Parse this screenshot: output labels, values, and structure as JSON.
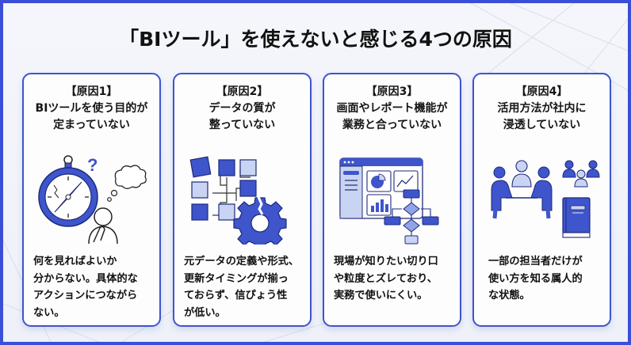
{
  "title": "「BIツール」を使えないと感じる4つの原因",
  "colors": {
    "accent": "#3e55cc",
    "accent_light": "#c9d4f2",
    "frame": "#3a4fd6",
    "background": "#f1f3f9"
  },
  "cards": [
    {
      "label": "【原因1】",
      "heading_lines": [
        "BIツールを使う目的が",
        "定まっていない"
      ],
      "icon": "compass-and-confused-person-icon",
      "description_lines": [
        "何を見ればよいか",
        "分からない。具体的な",
        "アクションにつながら",
        "ない。"
      ]
    },
    {
      "label": "【原因2】",
      "heading_lines": [
        "データの質が",
        "整っていない"
      ],
      "icon": "scattered-data-blocks-and-broken-gear-icon",
      "description_lines": [
        "元データの定義や形式、",
        "更新タイミングが揃っ",
        "ておらず、信ぴょう性",
        "が低い。"
      ]
    },
    {
      "label": "【原因3】",
      "heading_lines": [
        "画面やレポート機能が",
        "業務と合っていない"
      ],
      "icon": "dashboard-and-flowchart-icon",
      "description_lines": [
        "現場が知りたい切り口",
        "や粒度とズレており、",
        "実務で使いにくい。"
      ]
    },
    {
      "label": "【原因4】",
      "heading_lines": [
        "活用方法が社内に",
        "浸透していない"
      ],
      "icon": "meeting-people-and-manual-book-icon",
      "description_lines": [
        "一部の担当者だけが",
        "使い方を知る属人的",
        "な状態。"
      ]
    }
  ]
}
